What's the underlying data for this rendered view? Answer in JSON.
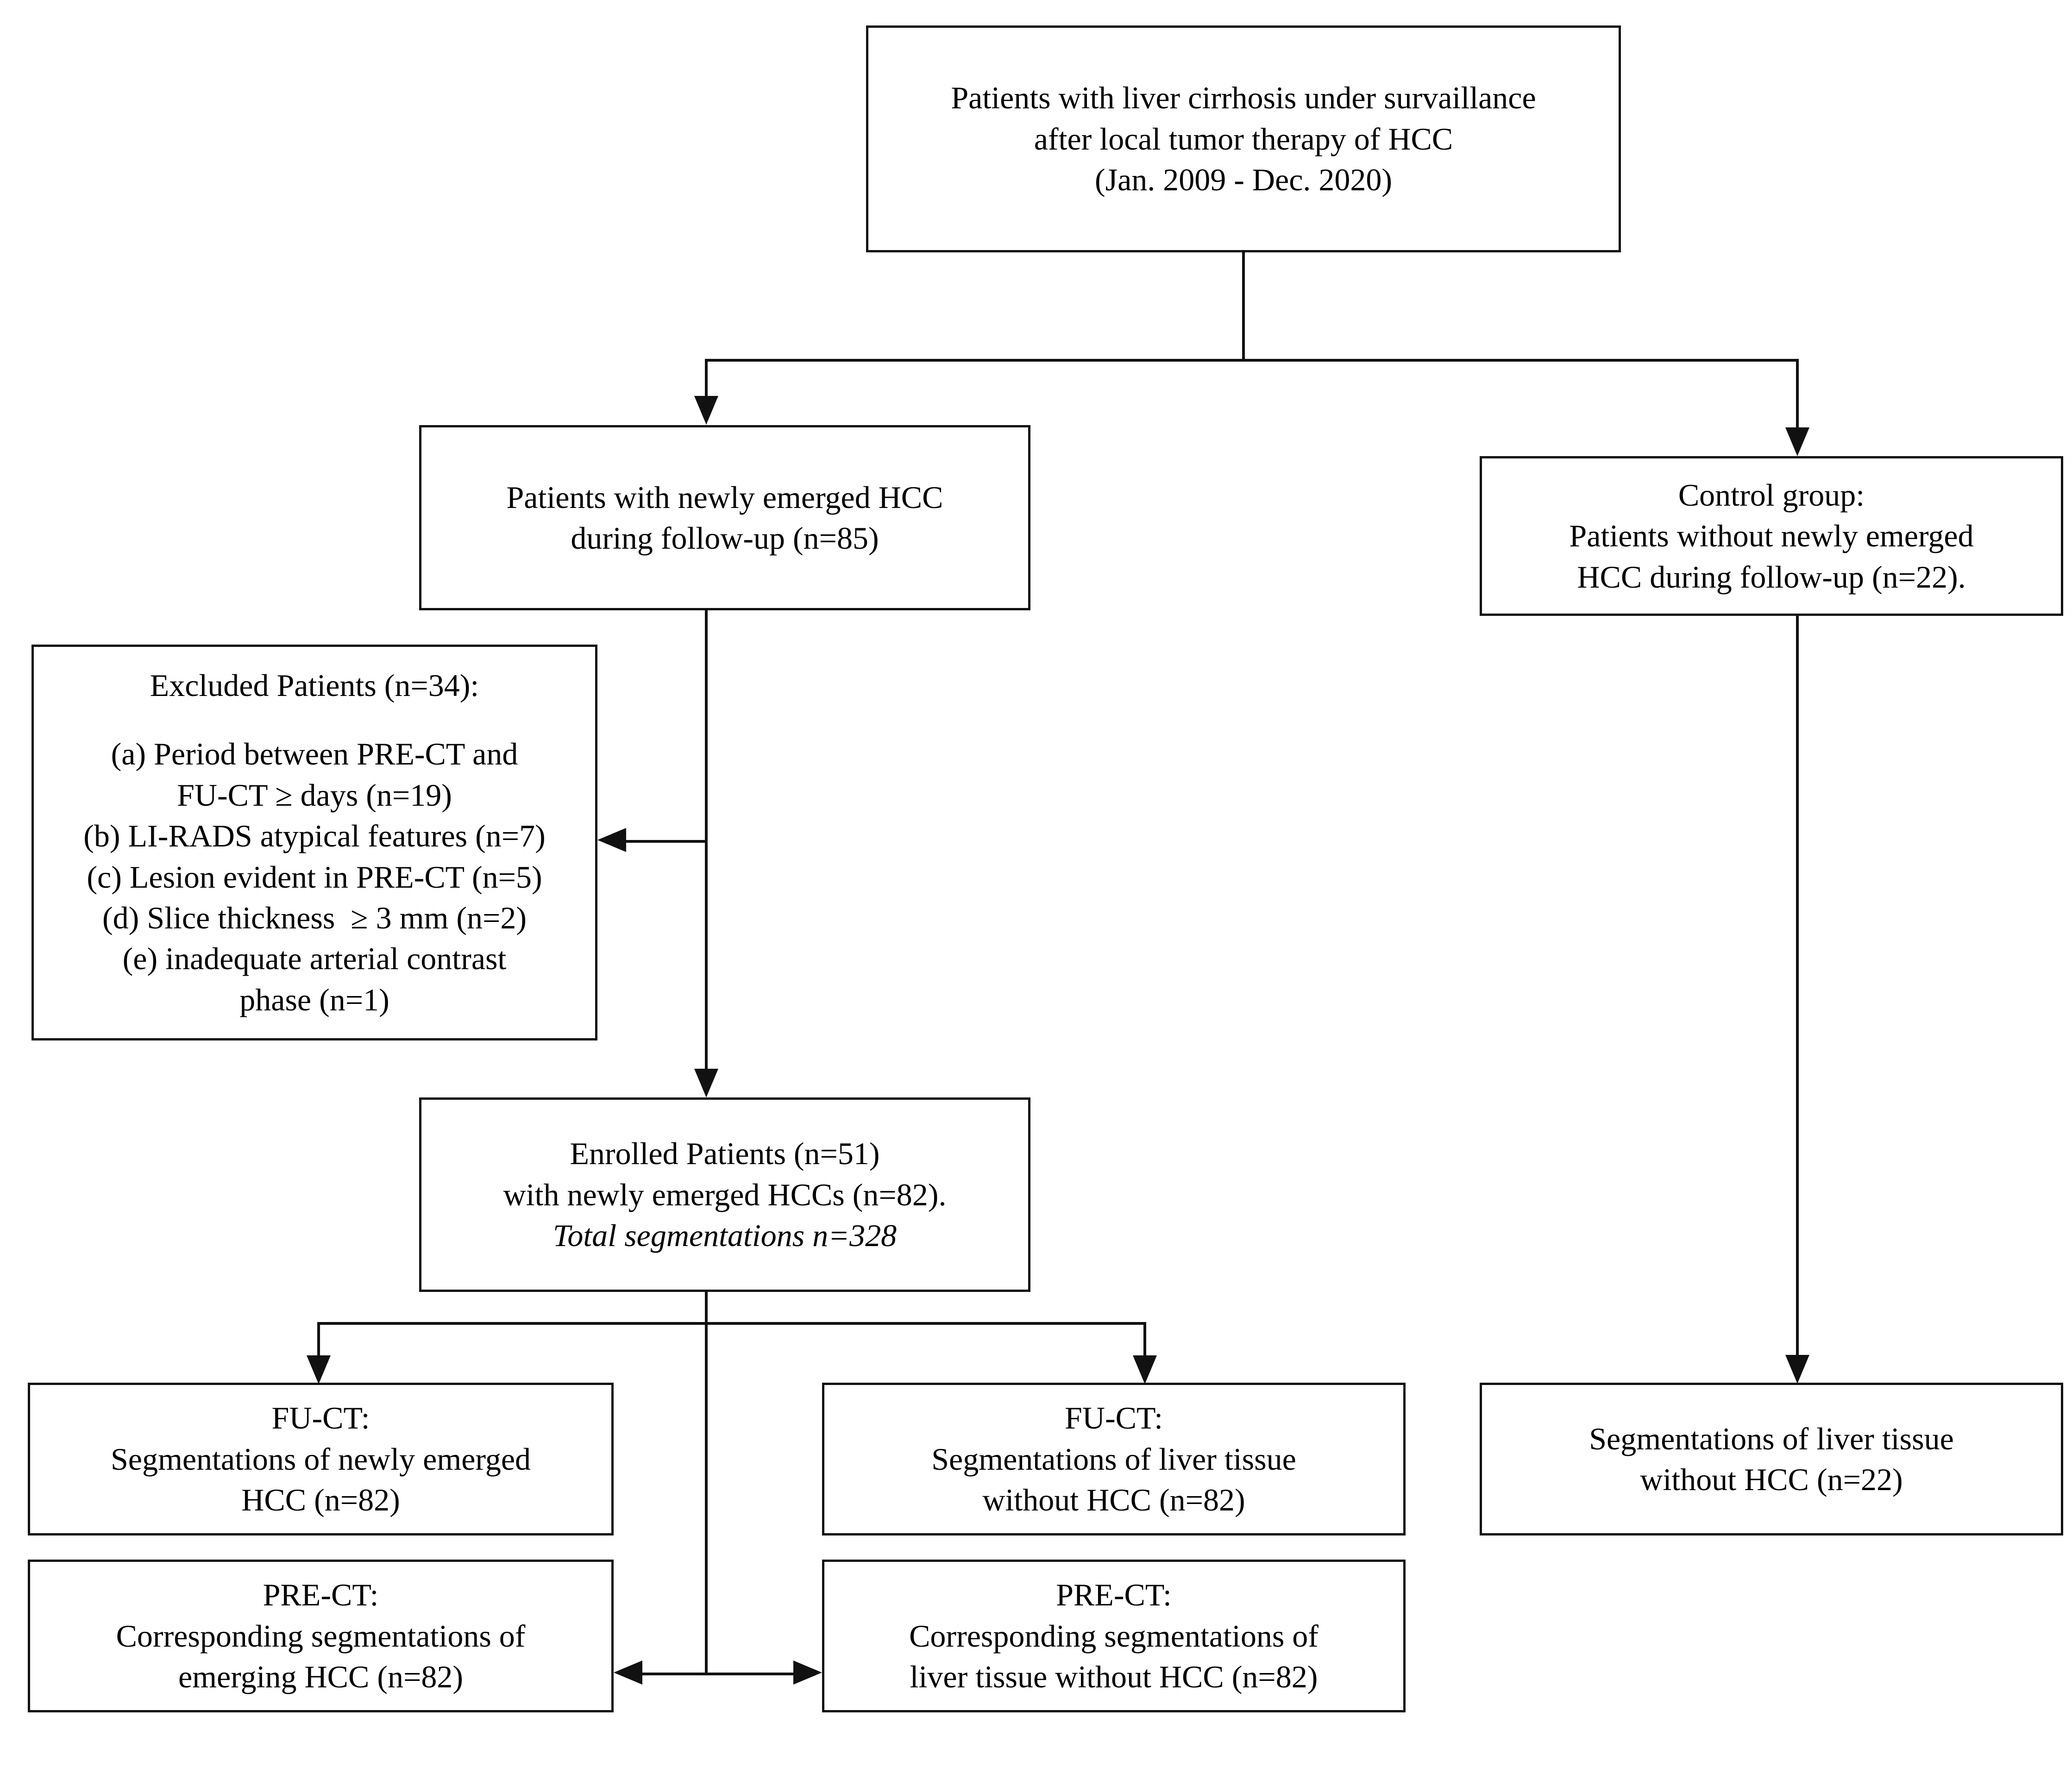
{
  "diagram": {
    "title": "Patient selection flowchart (STARD/CONSORT style)",
    "type": "flowchart",
    "orientation": "top-down",
    "line_color": "#111111",
    "background_color": "#ffffff"
  },
  "nodes": {
    "root": {
      "id": "root",
      "lines": [
        "Patients with liver cirrhosis under survaillance",
        "after local tumor therapy of HCC",
        "(Jan. 2009 - Dec. 2020)"
      ]
    },
    "newly_emerged": {
      "id": "newly-emerged-hcc",
      "lines": [
        "Patients with newly emerged HCC",
        "during follow-up (n=85)"
      ]
    },
    "control_group": {
      "id": "control-group",
      "lines": [
        "Control group:",
        "Patients without newly emerged",
        "HCC during follow-up (n=22)."
      ]
    },
    "excluded": {
      "id": "excluded-patients",
      "heading": "Excluded Patients (n=34):",
      "lines": [
        "(a) Period between PRE-CT and",
        "FU-CT ≥ days (n=19)",
        "(b) LI-RADS atypical features (n=7)",
        "(c) Lesion evident in PRE-CT (n=5)",
        "(d) Slice thickness  ≥ 3 mm (n=2)",
        "(e) inadequate arterial contrast",
        "phase (n=1)"
      ]
    },
    "enrolled": {
      "id": "enrolled-patients",
      "lines": [
        "Enrolled Patients (n=51)",
        "with newly emerged HCCs (n=82)."
      ],
      "italic_line": "Total segmentations n=328"
    },
    "fuct_hcc": {
      "id": "fuct-segmentations-hcc",
      "lines": [
        "FU-CT:",
        "Segmentations of newly emerged",
        "HCC (n=82)"
      ]
    },
    "fuct_liver": {
      "id": "fuct-segmentations-liver",
      "lines": [
        "FU-CT:",
        "Segmentations of liver tissue",
        "without HCC (n=82)"
      ]
    },
    "control_seg": {
      "id": "control-segmentations-liver",
      "lines": [
        "Segmentations of liver tissue",
        "without HCC (n=22)"
      ]
    },
    "prect_hcc": {
      "id": "prect-segmentations-hcc",
      "lines": [
        "PRE-CT:",
        "Corresponding segmentations of",
        "emerging HCC (n=82)"
      ]
    },
    "prect_liver": {
      "id": "prect-segmentations-liver",
      "lines": [
        "PRE-CT:",
        "Corresponding segmentations of",
        "liver tissue without HCC (n=82)"
      ]
    }
  },
  "counts": {
    "surveillance_total": null,
    "newly_emerged_patients": 85,
    "control_patients": 22,
    "excluded_patients": 34,
    "excluded_a_period": 19,
    "excluded_b_lirads": 7,
    "excluded_c_lesion": 5,
    "excluded_d_slice": 2,
    "excluded_e_arterial": 1,
    "enrolled_patients": 51,
    "enrolled_hccs": 82,
    "total_segmentations": 328,
    "fuct_hcc_segmentations": 82,
    "fuct_liver_segmentations": 82,
    "prect_hcc_segmentations": 82,
    "prect_liver_segmentations": 82,
    "control_liver_segmentations": 22
  }
}
